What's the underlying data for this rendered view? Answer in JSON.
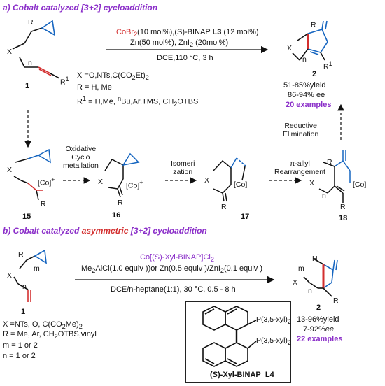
{
  "section_a": {
    "title": "a) Cobalt catalyzed [3+2] cycloaddition",
    "catalyst_prefix": "CoBr",
    "catalyst_sub": "2",
    "catalyst_rest": "(10 mol%),(S)-BINAP ",
    "ligand_tag": "L3",
    "catalyst_tail": " (12 mol%)",
    "additives": "Zn(50 mol%), ZnI",
    "additives_sub": "2",
    "additives_tail": " (20mol%)",
    "solvent": "DCE,110 °C, 3 h",
    "substrate_number": "1",
    "product_number": "2",
    "scope_x": "X =O,NTs,C(CO",
    "scope_x_sub": "2",
    "scope_x_tail": "Et)",
    "scope_x_sub2": "2",
    "scope_r": "R = H, Me",
    "scope_r1_prefix": "R",
    "scope_r1_sup": "1",
    "scope_r1_text": " = H,Me, ",
    "scope_r1_nsup": "n",
    "scope_r1_rest": "Bu,Ar,TMS, CH",
    "scope_r1_sub": "2",
    "scope_r1_end": "OTBS",
    "yield": "51-85%yield",
    "ee": "86-94% ee",
    "examples": "20 examples"
  },
  "mechanism": {
    "step1_line1": "Oxidative",
    "step1_line2": "Cyclo",
    "step1_line3": "metallation",
    "step2_line1": "Isomeri",
    "step2_line2": "zation",
    "step3_line1": "π-allyl",
    "step3_line2": "Rearrangement",
    "step4_line1": "Reductive",
    "step4_line2": "Elimination",
    "intermediates": [
      "15",
      "16",
      "17",
      "18"
    ],
    "co_label": "[Co]",
    "co_plus": "+"
  },
  "section_b": {
    "title_prefix": "b) Cobalt catalyzed ",
    "title_emph": "asymmetric",
    "title_suffix": " [3+2] cycloaddition",
    "catalyst": "Co[(S)-Xyl-BINAP]Cl",
    "catalyst_sub": "2",
    "reagents_a": "Me",
    "reagents_a_sub": "2",
    "reagents_b": "AlCl(1.0 equiv ))or Zn(0.5 equiv )/ZnI",
    "reagents_b_sub": "2",
    "reagents_c": "(0.1 equiv )",
    "conditions": "DCE/n-heptane(1:1), 30 °C, 0.5 - 8 h",
    "substrate_number": "1",
    "product_number": "2",
    "scope_x": "X =NTs, O, C(CO",
    "scope_x_sub": "2",
    "scope_x_tail": "Me)",
    "scope_x_sub2": "2",
    "scope_r": "R = Me, Ar, CH",
    "scope_r_sub": "2",
    "scope_r_tail": "OTBS,vinyl",
    "scope_m": "m = 1 or 2",
    "scope_n": "n = 1 or 2",
    "yield": "13-96%yield",
    "ee": "7-92%",
    "ee_unit": "ee",
    "examples": "22 examples",
    "ligand_p": "P(3,5-xyl)",
    "ligand_p_sub": "2",
    "ligand_name_prefix": "(",
    "ligand_name_s": "S",
    "ligand_name_mid": ")-Xyl-BINAP",
    "ligand_tag": "L4"
  },
  "atoms": {
    "X": "X",
    "R": "R",
    "R1": "R",
    "n": "n",
    "m": "m",
    "H": "H"
  },
  "colors": {
    "accent_purple": "#8b2fc9",
    "bond_blue": "#1565c0",
    "alkyne_red": "#d32f2f",
    "catalyst_red": "#d32f2f",
    "examples_green": "#8b2fc9"
  }
}
